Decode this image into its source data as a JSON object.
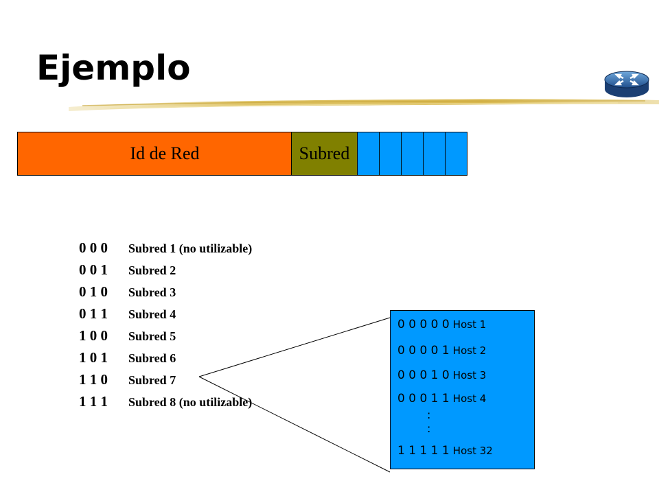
{
  "slide": {
    "title": "Ejemplo"
  },
  "address_bar": {
    "network_label": "Id de Red",
    "subnet_label": "Subred",
    "host_cell_count": 5,
    "colors": {
      "network": "#ff6600",
      "subnet": "#808000",
      "host": "#0099ff"
    }
  },
  "subnets": [
    {
      "bits": "0 0 0",
      "label": "Subred 1 (no utilizable)"
    },
    {
      "bits": "0 0 1",
      "label": "Subred 2"
    },
    {
      "bits": "0 1 0",
      "label": "Subred 3"
    },
    {
      "bits": "0 1 1",
      "label": "Subred 4"
    },
    {
      "bits": "1 0 0",
      "label": "Subred 5"
    },
    {
      "bits": "1 0 1",
      "label": "Subred 6"
    },
    {
      "bits": "1 1 0",
      "label": "Subred 7"
    },
    {
      "bits": "1 1 1",
      "label": "Subred 8 (no utilizable)"
    }
  ],
  "hosts": [
    {
      "bits": "0 0 0 0 0",
      "label": "Host 1"
    },
    {
      "bits": "0 0 0 0 1",
      "label": "Host 2"
    },
    {
      "bits": "0 0 0 1 0",
      "label": "Host 3"
    },
    {
      "bits": "0 0 0 1 1",
      "label": "Host 4"
    },
    {
      "bits": "1 1 1 1 1",
      "label": "Host 32"
    }
  ],
  "ellipsis": ":"
}
